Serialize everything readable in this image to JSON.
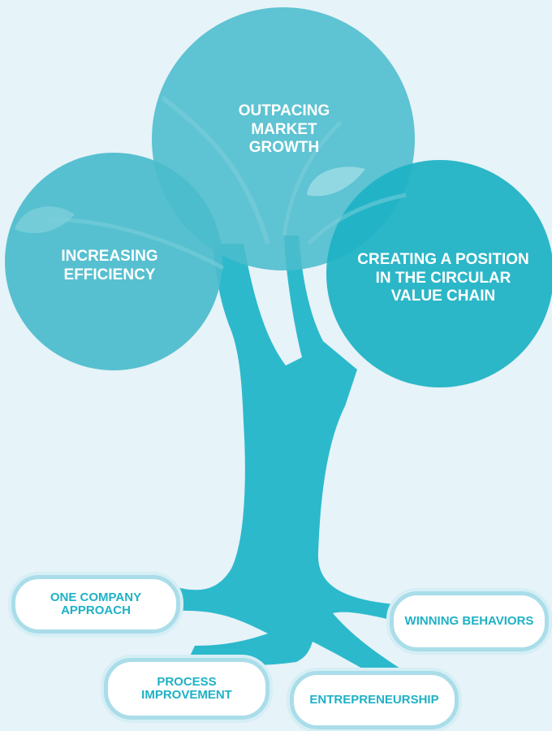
{
  "colors": {
    "background": "#e6f3f8",
    "trunk": "#2cb9cc",
    "circle_top": "#4bbccc",
    "circle_left": "#4bbccc",
    "circle_right": "#1fb3c5",
    "pill_border": "#a9dde9",
    "pill_text": "#1fb1c6",
    "circle_text": "#ffffff"
  },
  "circles": {
    "top": {
      "label": "OUTPACING\nMARKET\nGROWTH"
    },
    "left": {
      "label": "INCREASING\nEFFICIENCY"
    },
    "right": {
      "label": "CREATING A POSITION\nIN THE CIRCULAR\nVALUE CHAIN"
    }
  },
  "roots": {
    "one_company": {
      "label": "ONE COMPANY\nAPPROACH"
    },
    "winning": {
      "label": "WINNING BEHAVIORS"
    },
    "process": {
      "label": "PROCESS\nIMPROVEMENT"
    },
    "entrepreneurship": {
      "label": "ENTREPRENEURSHIP"
    }
  }
}
